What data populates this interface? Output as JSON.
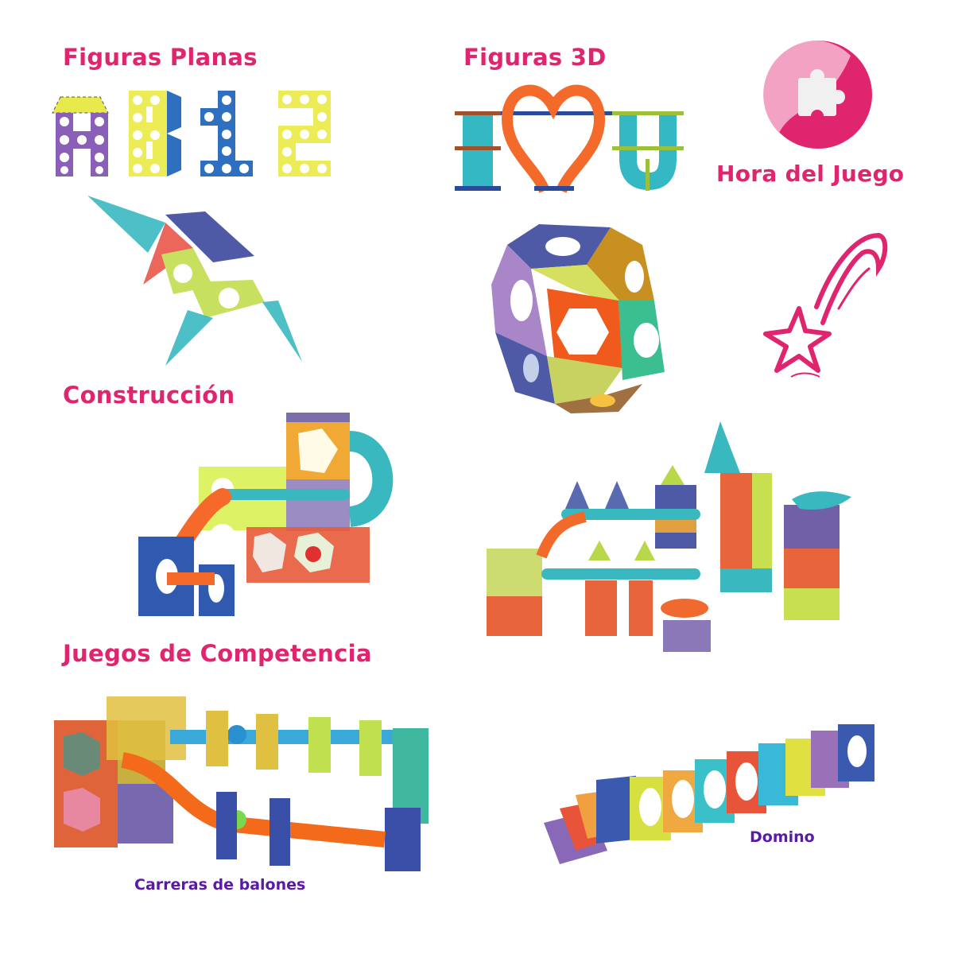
{
  "colors": {
    "heading_pink": "#e0256f",
    "caption_purple": "#5a1aa6",
    "badge_light_pink": "#f3a2c4",
    "badge_dark_pink": "#e0256f",
    "puzzle_white": "#f0f0f0",
    "tile_purple": "#8a63b8",
    "tile_yellow": "#ecec56",
    "tile_blue": "#2f6fc0",
    "tile_teal": "#39c0c4",
    "tile_orange": "#f26a2a",
    "tile_red": "#e85a45",
    "tile_green": "#b8e05a",
    "tile_navy": "#4e5aa6"
  },
  "sections": {
    "flat_figures": {
      "title": "Figuras Planas",
      "letters": [
        "A",
        "B",
        "1",
        "2"
      ],
      "example_shape": "unicorn"
    },
    "figures_3d": {
      "title": "Figuras 3D",
      "message": [
        "I",
        "heart",
        "U"
      ],
      "example_shape": "sphere"
    },
    "badge": {
      "title": "Hora del Juego",
      "icon": "puzzle-piece-icon"
    },
    "decoration": {
      "icon": "shooting-star-icon"
    },
    "construction": {
      "title": "Construcción",
      "examples": [
        "marble-run-tower",
        "marble-run-castle"
      ]
    },
    "competition": {
      "title": "Juegos de Competencia",
      "items": [
        {
          "caption": "Carreras de balones",
          "image": "ball-race-track"
        },
        {
          "caption": "Domino",
          "image": "domino-tiles"
        }
      ]
    }
  }
}
